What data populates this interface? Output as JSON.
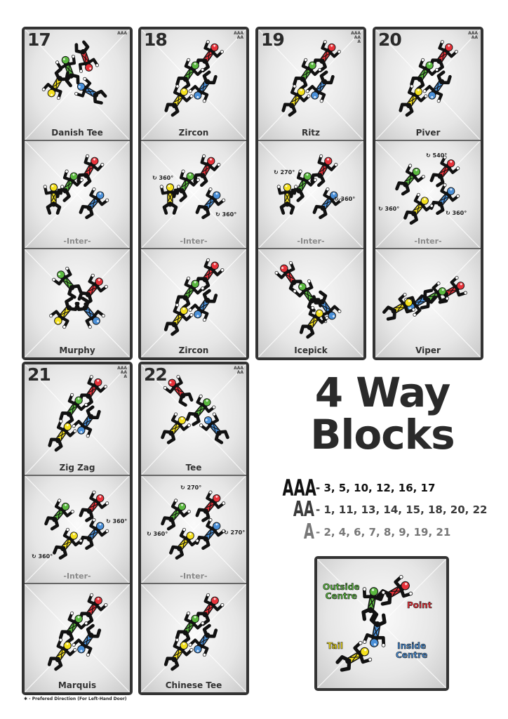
{
  "colors": {
    "red": "#e8323a",
    "green": "#5ab93f",
    "blue": "#4a90d9",
    "yellow": "#f5e11e",
    "frame": "#333333",
    "grade_aaa": "#111111",
    "grade_aa": "#3a3a3a",
    "grade_a": "#777777"
  },
  "title": {
    "line1": "4 Way",
    "line2": "Blocks"
  },
  "grades": [
    {
      "symbol": "AAA",
      "list": "- 3, 5, 10, 12, 16, 17"
    },
    {
      "symbol": "AA",
      "list": "- 1, 11, 13, 14, 15, 18, 20, 22"
    },
    {
      "symbol": "A",
      "list": "- 2, 4, 6, 7, 8, 9, 19, 21"
    }
  ],
  "blocks": [
    {
      "number": "17",
      "grade_lines": [
        "AAA"
      ],
      "first": "Danish Tee",
      "inter": "-Inter-",
      "second": "Murphy",
      "rotations": []
    },
    {
      "number": "18",
      "grade_lines": [
        "AAA",
        "AA"
      ],
      "first": "Zircon",
      "inter": "-Inter-",
      "second": "Zircon",
      "rotations": [
        "360°",
        "360°"
      ]
    },
    {
      "number": "19",
      "grade_lines": [
        "AAA",
        "AA",
        "A"
      ],
      "first": "Ritz",
      "inter": "-Inter-",
      "second": "Icepick",
      "rotations": [
        "270°",
        "360°"
      ]
    },
    {
      "number": "20",
      "grade_lines": [
        "AAA",
        "AA"
      ],
      "first": "Piver",
      "inter": "-Inter-",
      "second": "Viper",
      "rotations": [
        "540°",
        "360°",
        "360°"
      ]
    },
    {
      "number": "21",
      "grade_lines": [
        "AAA",
        "AA",
        "A"
      ],
      "first": "Zig Zag",
      "inter": "-Inter-",
      "second": "Marquis",
      "rotations": [
        "360°",
        "360°"
      ]
    },
    {
      "number": "22",
      "grade_lines": [
        "AAA",
        "AA"
      ],
      "first": "Tee",
      "inter": "-Inter-",
      "second": "Chinese Tee",
      "rotations": [
        "270°",
        "360°",
        "270°"
      ]
    }
  ],
  "legend": {
    "outside_centre": "Outside\nCentre",
    "point": "Point",
    "tail": "Tail",
    "inside_centre": "Inside\nCentre"
  },
  "footnote": "- Prefered Direction (For Left-Hand Door)"
}
